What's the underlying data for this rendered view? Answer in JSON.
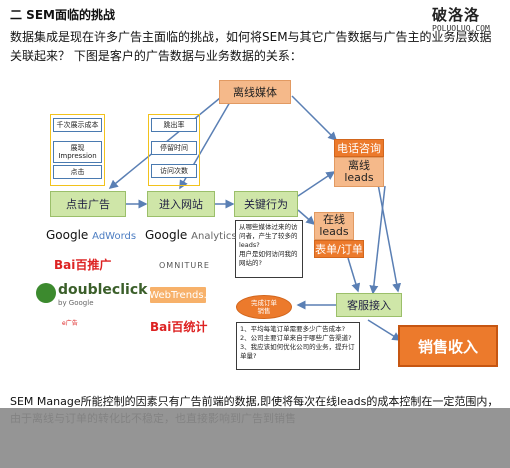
{
  "heading": "二 SEM面临的挑战",
  "watermark": {
    "cn": "破洛洛",
    "en": "POLUOLUO.COM"
  },
  "intro": "数据集成是现在许多广告主面临的挑战，如何将SEM与其它广告数据与广告主的业务层数据关联起来？ 下图是客户的广告数据与业务数据的关系：",
  "diagram": {
    "offline_media": "离线媒体",
    "phone_consult": "电话咨询",
    "offline_leads": "离线\nleads",
    "online_leads": "在线\nleads",
    "form_order": "表单/订单",
    "click_ad": "点击广告",
    "enter_site": "进入网站",
    "key_action": "关键行为",
    "service_intake": "客服接入",
    "sales_revenue": "销售收入",
    "complete_order": "完成订单\n销售",
    "ad_metrics": [
      "千次展示成本",
      "展现\nImpression",
      "点击"
    ],
    "site_metrics": [
      "跳出率",
      "停留时间",
      "访问次数"
    ],
    "key_action_note": "从哪些媒体过来的访问者，产生了较多的leads?\n用户是如何访问我的网站的?",
    "service_note": "1、平均每笔订单需要多少广告成本?\n2、公司主要订单来自于哪些广告渠道?\n3、我应该如何优化公司的业务，提升订单量?"
  },
  "logos": {
    "google_adwords": {
      "main": "Google",
      "sub": "AdWords"
    },
    "google_analytics": {
      "main": "Google",
      "sub": "Analytics"
    },
    "baidu_tuiguang": "Bai百推广",
    "omniture": "OMNITURE",
    "doubleclick": "doubleclick",
    "doubleclick_sub": "by Google",
    "webtrends": "WebTrends.",
    "baidu_tongji": "Bai百统计",
    "small_logo": "e广告"
  },
  "bottom_text": "SEM Manage所能控制的因素只有广告前端的数据,即使将每次在线leads的成本控制在一定范围内，由于离线与订单的转化比不稳定，也直接影响到广告到销售"
}
